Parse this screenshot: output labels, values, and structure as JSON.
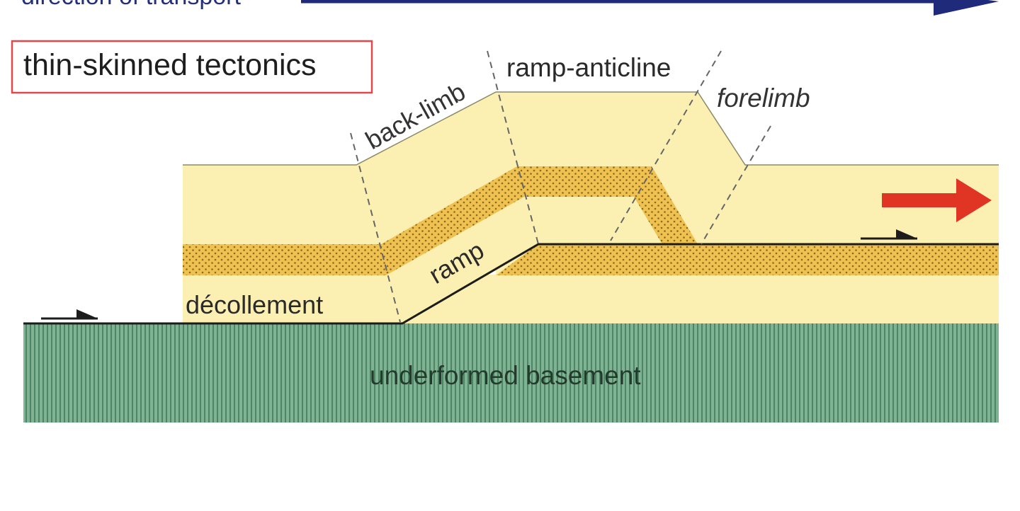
{
  "header": {
    "direction_label": "direction of transport",
    "arrow_color": "#1f2a7a"
  },
  "title_box": {
    "text": "thin-skinned tectonics",
    "border_color": "#e0484b"
  },
  "labels": {
    "back_limb": "back-limb",
    "ramp_anticline": "ramp-anticline",
    "forelimb": "forelimb",
    "ramp": "ramp",
    "decollement": "décollement",
    "basement": "underformed basement"
  },
  "colors": {
    "strata_light": "#fbf0b2",
    "strata_dotted": "#efc150",
    "basement": "#6fa585",
    "fault_line": "#1c1c1c",
    "motion_arrow": "#e03424"
  },
  "icons": [
    "direction-arrow-icon",
    "motion-arrow-icon",
    "slip-half-arrow-icon"
  ]
}
